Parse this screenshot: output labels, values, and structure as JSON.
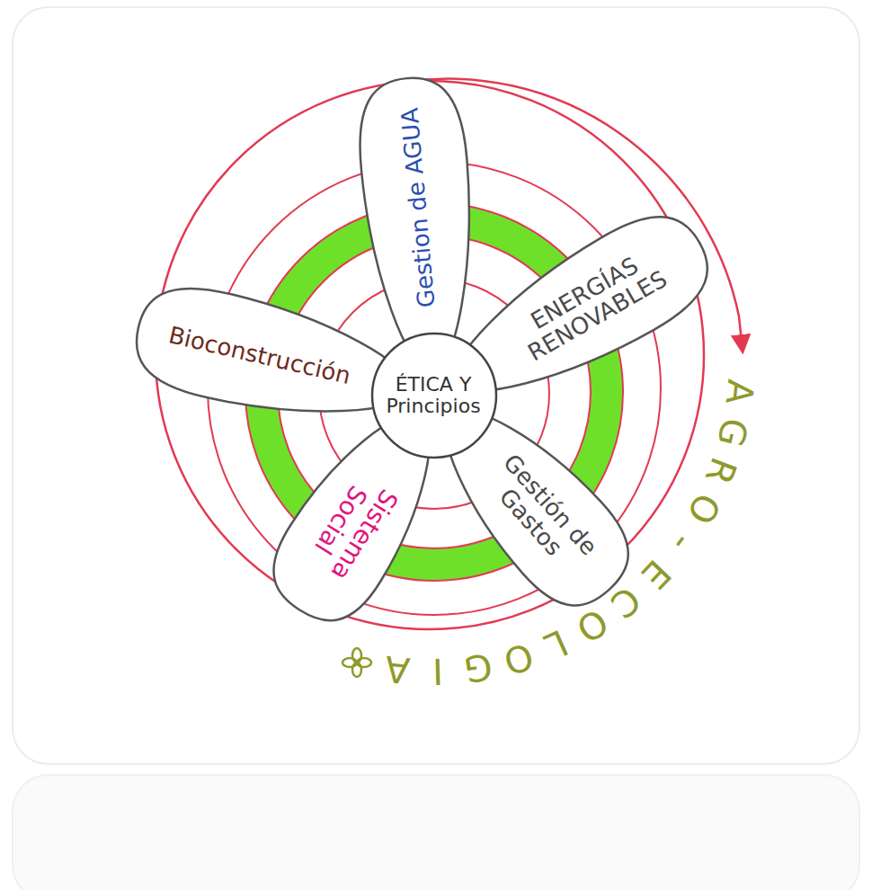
{
  "diagram": {
    "nodes": [
      {
        "text": [
          "ÉTICA Y Principios"
        ]
      },
      {
        "text": [
          "Gestion de AGUA"
        ]
      },
      {
        "text": [
          "ENERGÍAS RENOVABLES"
        ]
      },
      {
        "text": [
          "Gestión de Gastos"
        ]
      },
      {
        "text": [
          "Sistema Social"
        ]
      },
      {
        "text": [
          "Bioconstrucción"
        ]
      }
    ],
    "labels": [
      "AGRO-ECOLOGIA"
    ]
  }
}
